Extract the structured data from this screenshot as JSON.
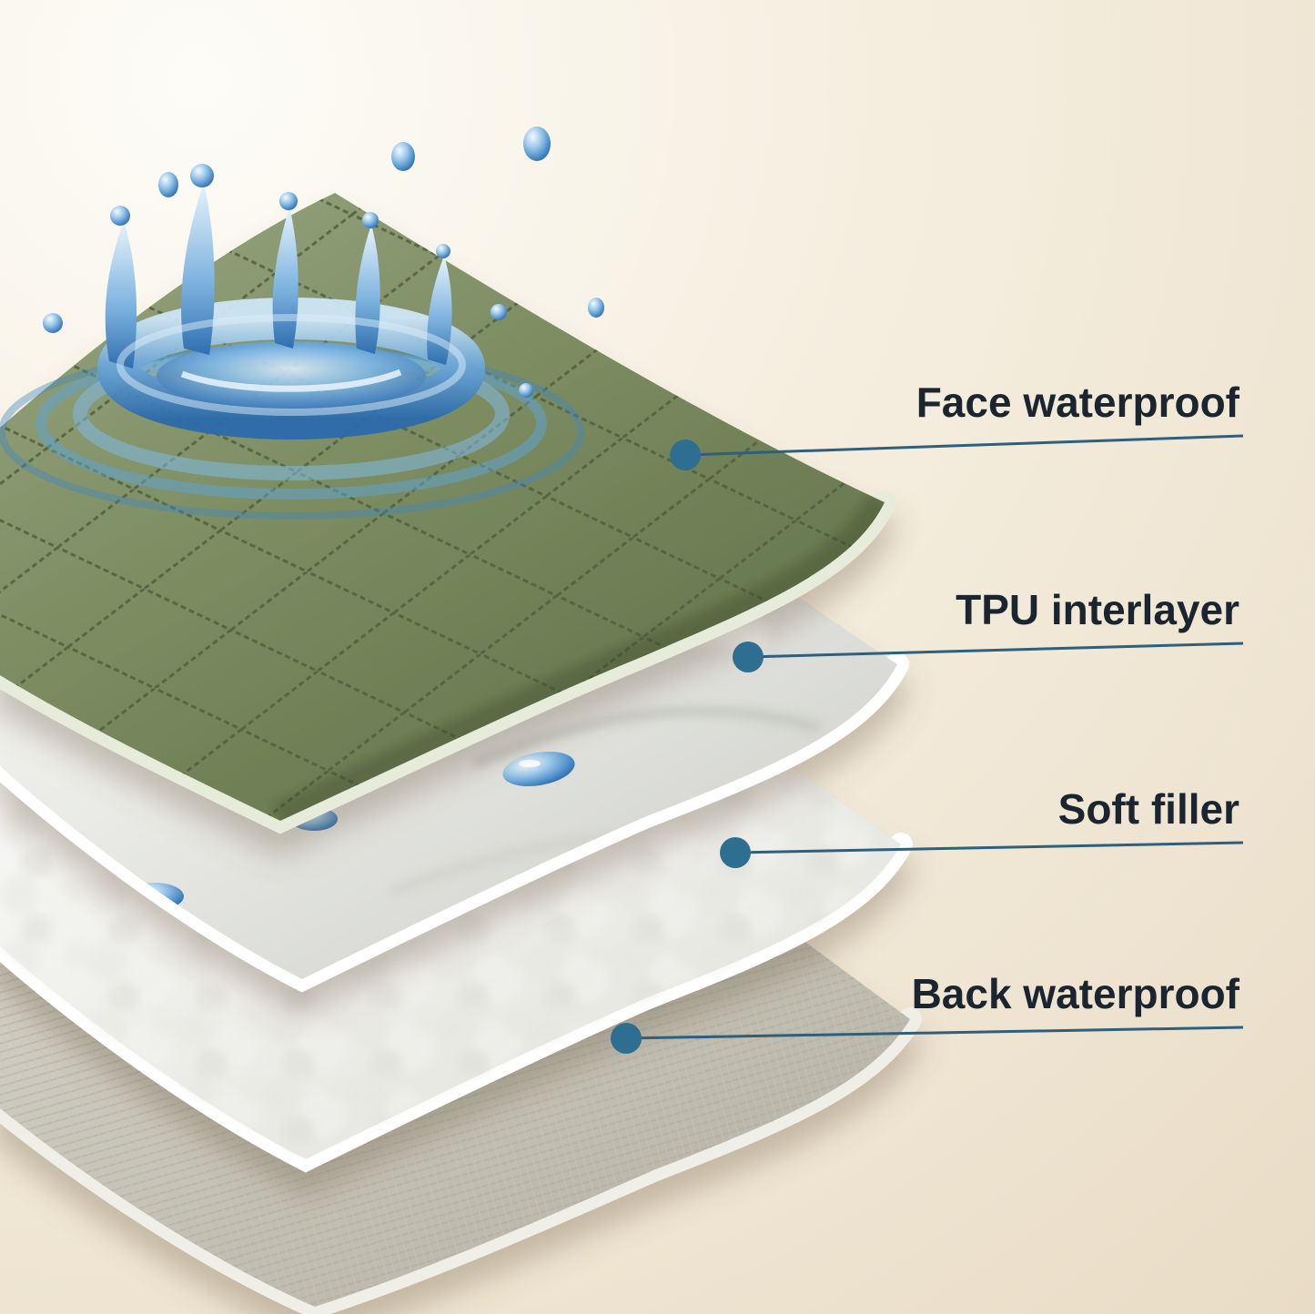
{
  "diagram": {
    "callouts": [
      {
        "label": "Face waterproof"
      },
      {
        "label": "TPU interlayer"
      },
      {
        "label": "Soft filler"
      },
      {
        "label": "Back waterproof"
      }
    ],
    "colors": {
      "background_light": "#fcfaf4",
      "background_dark": "#e7dac3",
      "fabric_green": "#7d8d62",
      "tpu_white": "#e9eae6",
      "filler_white": "#f4f4f0",
      "back_gray": "#c9c6bb",
      "water_blue": "#3b82c4",
      "callout_line": "#2d5f7e",
      "callout_dot": "#2e6f91",
      "label_text": "#1b2530"
    }
  }
}
